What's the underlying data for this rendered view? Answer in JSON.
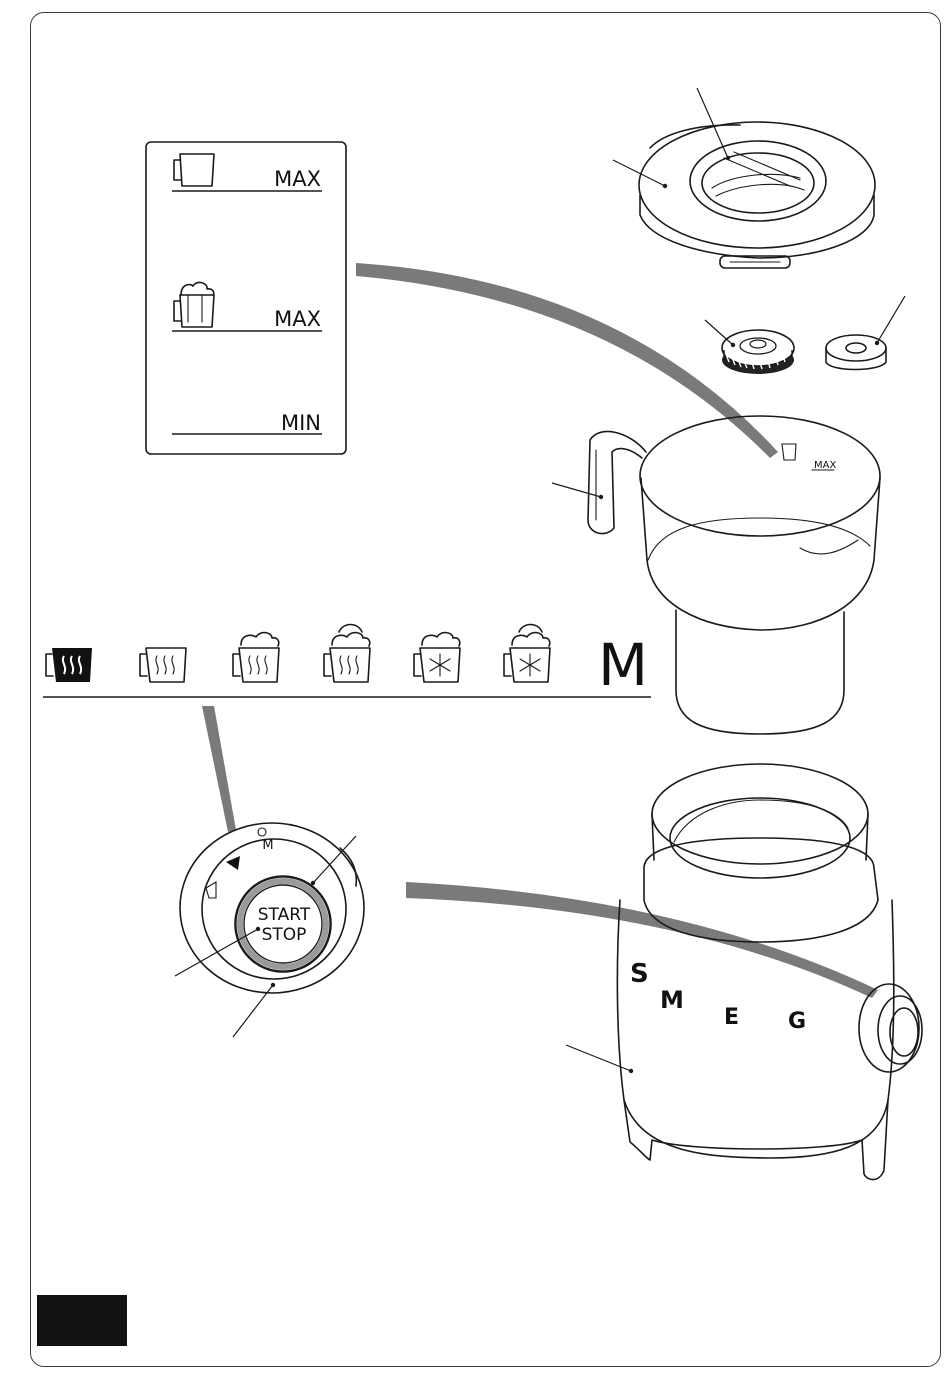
{
  "scale_panel": {
    "level1_label": "MAX",
    "level2_label": "MAX",
    "level3_label": "MIN"
  },
  "jug_marking": {
    "max_label": "MAX"
  },
  "programs": {
    "icons": [
      {
        "name": "hot-milk-icon",
        "selected": true
      },
      {
        "name": "hot-milk-light-foam-icon",
        "selected": false
      },
      {
        "name": "hot-milk-medium-foam-icon",
        "selected": false
      },
      {
        "name": "hot-milk-dense-foam-icon",
        "selected": false
      },
      {
        "name": "cold-milk-foam-icon",
        "selected": false
      },
      {
        "name": "cold-milk-dense-foam-icon",
        "selected": false
      }
    ],
    "manual_label": "M"
  },
  "dial": {
    "button_line1": "START",
    "button_line2": "STOP",
    "top_mark": "M"
  },
  "base": {
    "logo_letters": [
      "S",
      "M",
      "E",
      "G"
    ]
  },
  "colors": {
    "ink": "#1a1a1a",
    "grey_pointer": "#7a7a7a",
    "ring_grey": "#9a9a9a",
    "block": "#111111"
  }
}
